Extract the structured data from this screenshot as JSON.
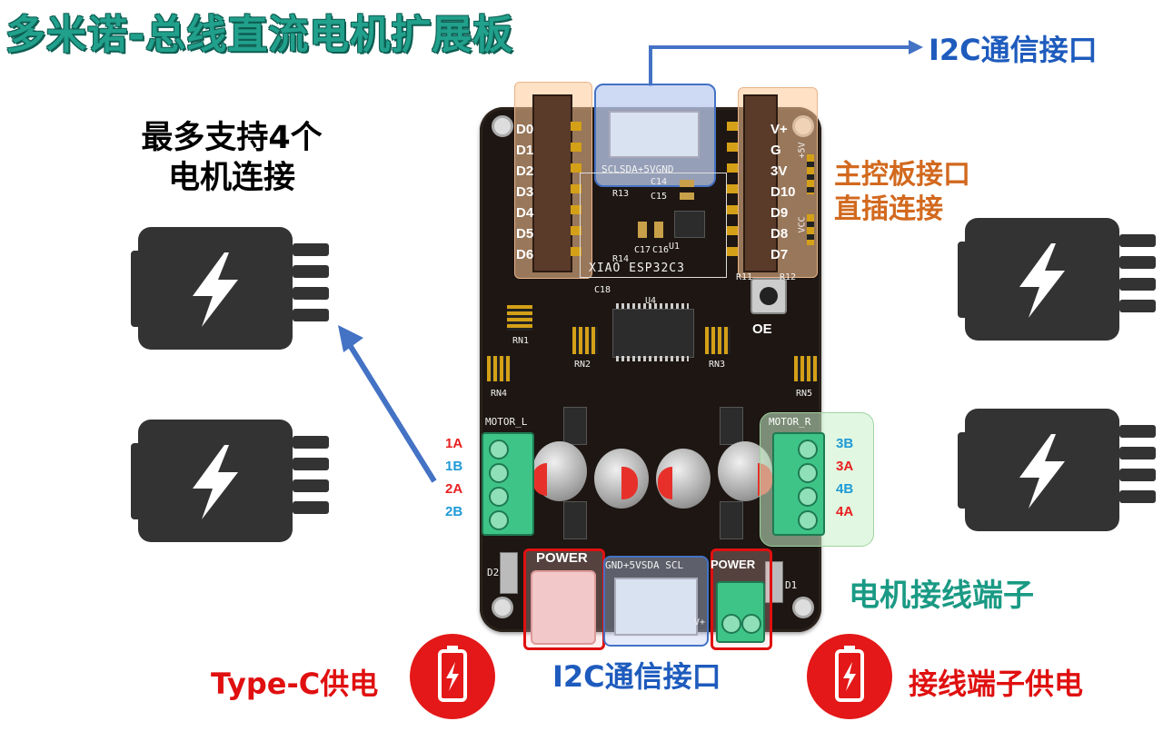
{
  "title": "多米诺-总线直流电机扩展板",
  "labels": {
    "motor_support_line1": "最多支持4个",
    "motor_support_line2": "电机连接",
    "i2c_top": "I2C通信接口",
    "i2c_bottom": "I2C通信接口",
    "controller_line1": "主控板接口",
    "controller_line2": "直插连接",
    "terminal": "电机接线端子",
    "typec_power": "Type-C供电",
    "terminal_power": "接线端子供电"
  },
  "board": {
    "left_header_pins": [
      "D0",
      "D1",
      "D2",
      "D3",
      "D4",
      "D5",
      "D6"
    ],
    "right_header_pins": [
      "V+",
      "G",
      "3V",
      "D10",
      "D9",
      "D8",
      "D7"
    ],
    "i2c_top_silk": "SCLSDA+5VGND",
    "i2c_bottom_silk": "GND+5VSDA SCL",
    "xiao_label": "XIAO ESP32C3",
    "oe_label": "OE",
    "motor_l": "MOTOR_L",
    "motor_r": "MOTOR_R",
    "left_terminal_pins": [
      "1A",
      "1B",
      "2A",
      "2B"
    ],
    "right_terminal_pins": [
      "3B",
      "3A",
      "4B",
      "4A"
    ],
    "power_left": "POWER",
    "power_right": "POWER",
    "silk": {
      "rn1": "RN1",
      "rn2": "RN2",
      "rn3": "RN3",
      "rn4": "RN4",
      "rn5": "RN5",
      "u1": "U1",
      "u4": "U4",
      "c14": "C14",
      "c15": "C15",
      "c16": "C16",
      "c17": "C17",
      "c18": "C18",
      "r11": "R11",
      "r12": "R12",
      "r13": "R13",
      "r14": "R14",
      "d1": "D1",
      "d2": "D2",
      "plus5v": "+5V",
      "vcc": "VCC",
      "vplus": "V+"
    }
  },
  "colors": {
    "title": "#21a08c",
    "i2c": "#1e5bbd",
    "controller": "#d2691e",
    "terminal": "#1a9a84",
    "power": "#e01010",
    "arrow": "#4472c4",
    "motor_icon": "#333333"
  },
  "icons": [
    "motor-icon",
    "motor-icon",
    "motor-icon",
    "motor-icon",
    "battery-icon",
    "battery-icon"
  ]
}
